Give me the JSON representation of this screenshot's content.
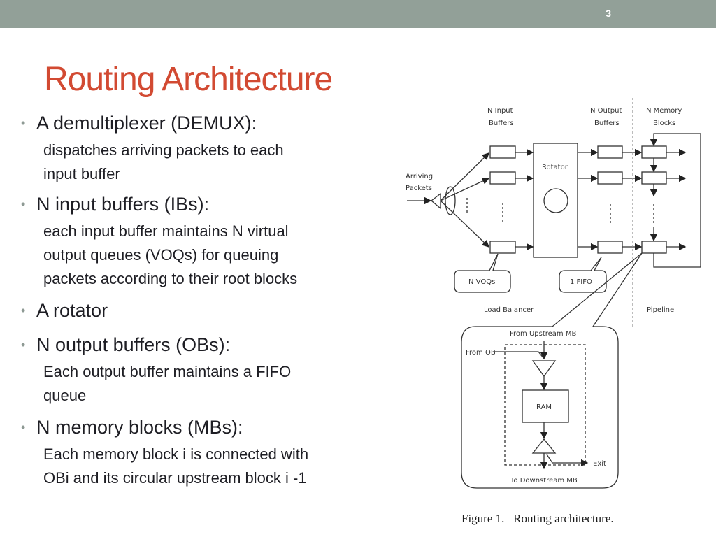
{
  "slide": {
    "number": "3",
    "title": "Routing Architecture"
  },
  "bullets": [
    {
      "heading": "A demultiplexer (DEMUX):",
      "detail": [
        "dispatches arriving packets to each",
        "input buffer"
      ]
    },
    {
      "heading": "N input buffers (IBs):",
      "detail": [
        "each input buffer maintains N virtual",
        "output queues (VOQs) for queuing",
        "packets according to their root blocks"
      ]
    },
    {
      "heading": "A rotator",
      "detail": []
    },
    {
      "heading": "N output buffers (OBs):",
      "detail": [
        "Each output buffer maintains a FIFO",
        "queue"
      ]
    },
    {
      "heading": "N memory blocks (MBs):",
      "detail": [
        "Each memory block i is connected with",
        "OBi and its circular upstream block i -1"
      ]
    }
  ],
  "diagram": {
    "labels": {
      "input_buffers": [
        "N Input",
        "Buffers"
      ],
      "output_buffers": [
        "N Output",
        "Buffers"
      ],
      "memory_blocks": [
        "N Memory",
        "Blocks"
      ],
      "arriving": [
        "Arriving",
        "Packets"
      ],
      "rotator": "Rotator",
      "voqs": "N VOQs",
      "fifo": "1 FIFO",
      "load_balancer": "Load Balancer",
      "pipeline": "Pipeline",
      "from_upstream": "From Upstream MB",
      "from_ob": "From OB",
      "ram": "RAM",
      "exit": "Exit",
      "to_downstream": "To Downstream MB"
    },
    "caption": "Figure 1.   Routing architecture."
  },
  "colors": {
    "topbar": "#92a098",
    "title": "#d24a32",
    "text": "#1e1e24"
  }
}
